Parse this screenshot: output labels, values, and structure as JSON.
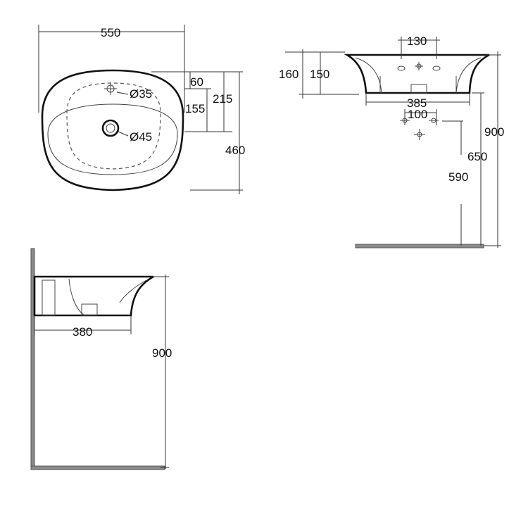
{
  "colors": {
    "ink": "#111111",
    "dimension": "#333333",
    "floor": "#8a8a8a"
  },
  "plan_view": {
    "width": "550",
    "tap_hole": "Ø35",
    "waste": "Ø45",
    "rim_offset": "60",
    "tap_to_waste": "155",
    "back_to_waste": "215",
    "depth": "460"
  },
  "front_view": {
    "overall_height": "160",
    "bowl_height": "150",
    "tap_spacing": "130",
    "bracket_width": "385",
    "bracket_spacing": "100",
    "floor_height": "900",
    "rim_height": "650",
    "waste_height": "590"
  },
  "side_view": {
    "projection": "380",
    "floor_height": "900"
  }
}
